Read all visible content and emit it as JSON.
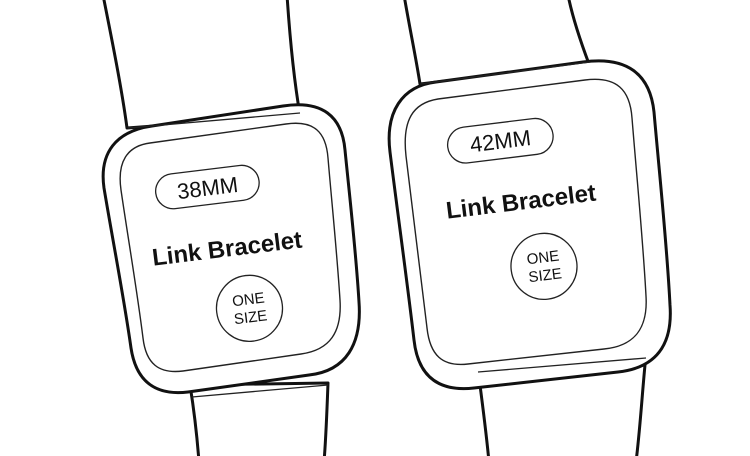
{
  "watches": [
    {
      "size_label": "38MM",
      "model": "Link Bracelet",
      "badge_line1": "ONE",
      "badge_line2": "SIZE"
    },
    {
      "size_label": "42MM",
      "model": "Link Bracelet",
      "badge_line1": "ONE",
      "badge_line2": "SIZE"
    }
  ],
  "colors": {
    "line": "#111111",
    "background": "#ffffff"
  }
}
